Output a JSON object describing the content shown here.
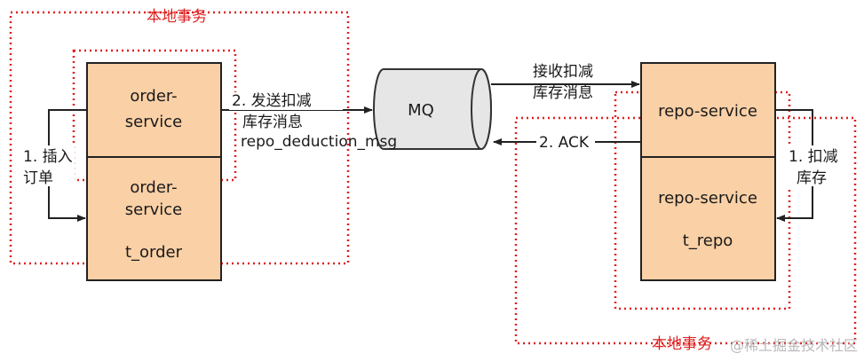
{
  "colors": {
    "service_fill": "#FAD0A6",
    "service_stroke": "#222222",
    "mq_fill": "#E6E6E6",
    "mq_stroke": "#333333",
    "dotted_red": "#E02020",
    "arrow": "#222222",
    "watermark": "#B8B8B8"
  },
  "left": {
    "label_top": "本地事务",
    "top_box": {
      "line1": "order-",
      "line2": "service"
    },
    "bottom_box": {
      "line1": "order-",
      "line2": "service",
      "line3": "t_order"
    },
    "step_insert": {
      "line1": "1. 插入",
      "line2": "订单"
    },
    "step_send": {
      "line1": "2. 发送扣减",
      "line2": "库存消息",
      "line3": "repo_deduction_msg"
    }
  },
  "mq": {
    "label": "MQ"
  },
  "right": {
    "label_bottom": "本地事务",
    "receive": {
      "line1": "接收扣减",
      "line2": "库存消息"
    },
    "ack": "2. ACK",
    "top_box": {
      "line1": "repo-service"
    },
    "bottom_box": {
      "line1": "repo-service",
      "line2": "t_repo"
    },
    "step_deduct": {
      "line1": "1. 扣减",
      "line2": "库存"
    }
  },
  "watermark": "@稀土掘金技术社区"
}
